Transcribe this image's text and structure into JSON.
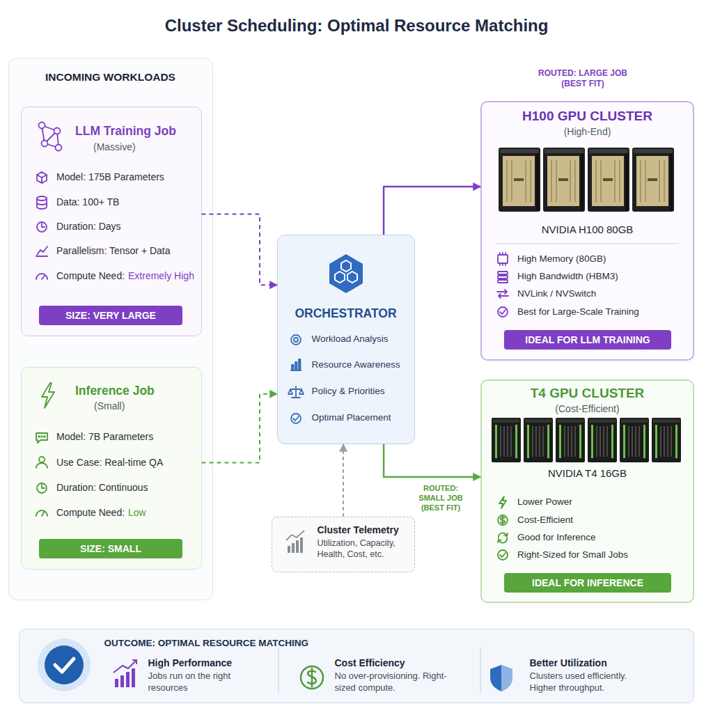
{
  "diagram": {
    "title": "Cluster Scheduling: Optimal Resource Matching",
    "nodes": [
      {
        "text": [
          "INCOMING WORKLOADS"
        ]
      },
      {
        "text": [
          "LLM Training Job",
          "(Massive)",
          "Model: 175B Parameters",
          "Data: 100+ TB",
          "Duration: Days",
          "Parallelism: Tensor + Data",
          "Compute Need:",
          "Extremely High",
          "SIZE: VERY LARGE"
        ],
        "in": 0
      },
      {
        "text": [
          "Inference Job",
          "(Small)",
          "Model: 7B Parameters",
          "Use Case: Real-time QA",
          "Duration: Continuous",
          "Compute Need:",
          "Low",
          "SIZE: SMALL"
        ],
        "in": 0
      },
      {
        "text": [
          "ORCHESTRATOR",
          "Workload Analysis",
          "Resource Awareness",
          "Policy & Priorities",
          "Optimal Placement"
        ]
      },
      {
        "text": [
          "H100 GPU CLUSTER",
          "(High-End)",
          "NVIDIA H100 80GB",
          "High Memory (80GB)",
          "High Bandwidth (HBM3)",
          "NVLink / NVSwitch",
          "Best for Large-Scale Training",
          "IDEAL FOR LLM TRAINING"
        ]
      },
      {
        "text": [
          "T4 GPU CLUSTER",
          "(Cost-Efficient)",
          "NVIDIA T4 16GB",
          "Lower Power",
          "Cost-Efficient",
          "Good for Inference",
          "Right-Sized for Small Jobs",
          "IDEAL FOR INFERENCE"
        ]
      },
      {
        "text": [
          "Cluster Telemetry",
          "Utilization, Capacity, Health, Cost, etc."
        ]
      },
      {
        "text": [
          "OUTCOME: OPTIMAL RESOURCE MATCHING",
          "High Performance",
          "Jobs run on the right resources",
          "Cost Efficiency",
          "No over-provisioning. Right-sized compute.",
          "Better Utilization",
          "Clusters used efficiently. Higher throughput."
        ]
      }
    ],
    "edges": [
      {
        "from": 1,
        "to": 3,
        "arrow": "to"
      },
      {
        "from": 2,
        "to": 3,
        "arrow": "to"
      },
      {
        "from": 3,
        "to": 4,
        "label": "ROUTED: LARGE JOB (BEST FIT)",
        "arrow": "to"
      },
      {
        "from": 3,
        "to": 5,
        "label": "ROUTED: SMALL JOB (BEST FIT)",
        "arrow": "to"
      },
      {
        "from": 6,
        "to": 3,
        "arrow": "to"
      }
    ]
  }
}
